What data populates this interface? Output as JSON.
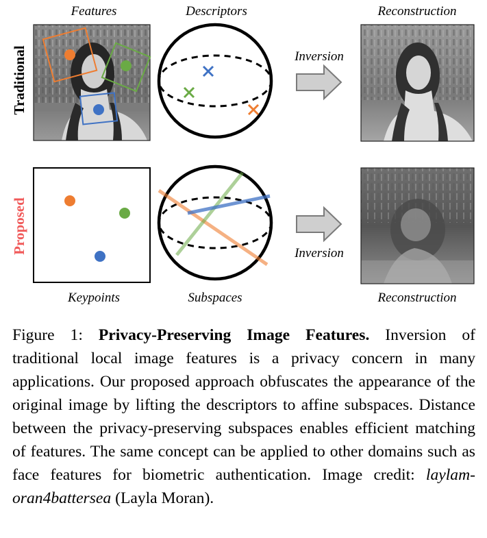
{
  "figure": {
    "rows": {
      "traditional": "Traditional",
      "proposed": "Proposed"
    },
    "top_labels": {
      "features": "Features",
      "descriptors": "Descriptors",
      "reconstruction": "Reconstruction"
    },
    "middle_labels": {
      "inversion_top": "Inversion",
      "inversion_bottom": "Inversion"
    },
    "bottom_labels": {
      "keypoints": "Keypoints",
      "subspaces": "Subspaces",
      "reconstruction": "Reconstruction"
    },
    "colors": {
      "orange": "#ee7d31",
      "green": "#6aaa45",
      "blue": "#3f72c4",
      "proposed_label": "#f05a5a",
      "arrow_fill": "#cfcfcf",
      "arrow_stroke": "#7a7a7a"
    }
  },
  "caption": {
    "figure_number": "Figure 1:",
    "title": "Privacy-Preserving Image Features.",
    "text_1": " Inversion of traditional local image features is a privacy concern in many applications. Our proposed approach obfuscates the appearance of the original image by lifting the descriptors to affine subspaces. Distance between the privacy-preserving subspaces enables efficient matching of features. The same concept can be applied to other domains such as face fea­tures for biometric authentication. Image credit: ",
    "credit_handle": "laylam­oran4battersea",
    "credit_name": " (Layla Moran)."
  }
}
